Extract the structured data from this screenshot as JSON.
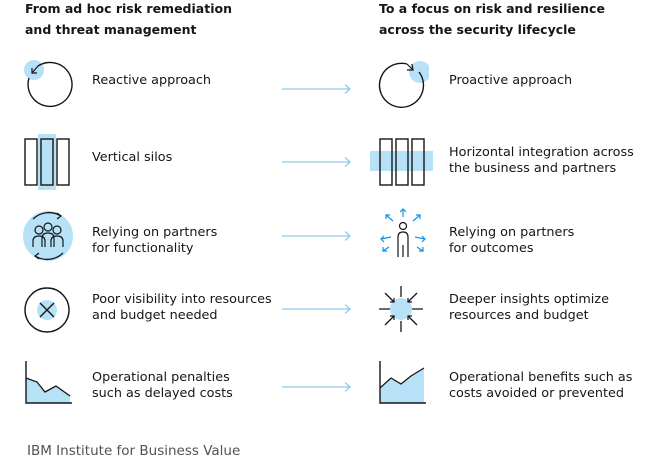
{
  "header": {
    "left_title": "From ad hoc risk remediation\nand threat management",
    "right_title": "To a focus on risk and resilience\nacross the security lifecycle"
  },
  "rows": [
    {
      "from": "Reactive approach",
      "to": "Proactive approach"
    },
    {
      "from": "Vertical silos",
      "to": "Horizontal integration across\nthe business and partners"
    },
    {
      "from": "Relying on partners\nfor functionality",
      "to": "Relying on partners\nfor outcomes"
    },
    {
      "from": "Poor visibility into resources\nand budget needed",
      "to": "Deeper insights optimize\nresources and budget"
    },
    {
      "from": "Operational penalties\nsuch as delayed costs",
      "to": "Operational benefits such as\ncosts avoided or prevented"
    }
  ],
  "icons": {
    "row0_left": "reactive-cycle-icon",
    "row0_right": "proactive-cycle-icon",
    "row1_left": "vertical-silos-icon",
    "row1_right": "horizontal-integration-icon",
    "row2_left": "partners-group-icon",
    "row2_right": "partner-outcomes-icon",
    "row3_left": "poor-visibility-icon",
    "row3_right": "deeper-insights-icon",
    "row4_left": "declining-area-chart-icon",
    "row4_right": "rising-area-chart-icon"
  },
  "colors": {
    "accent": "#b6e1f7",
    "arrow": "#8cc9ee",
    "ink": "#161616",
    "footer": "#525252"
  },
  "footer": "IBM Institute for Business Value"
}
